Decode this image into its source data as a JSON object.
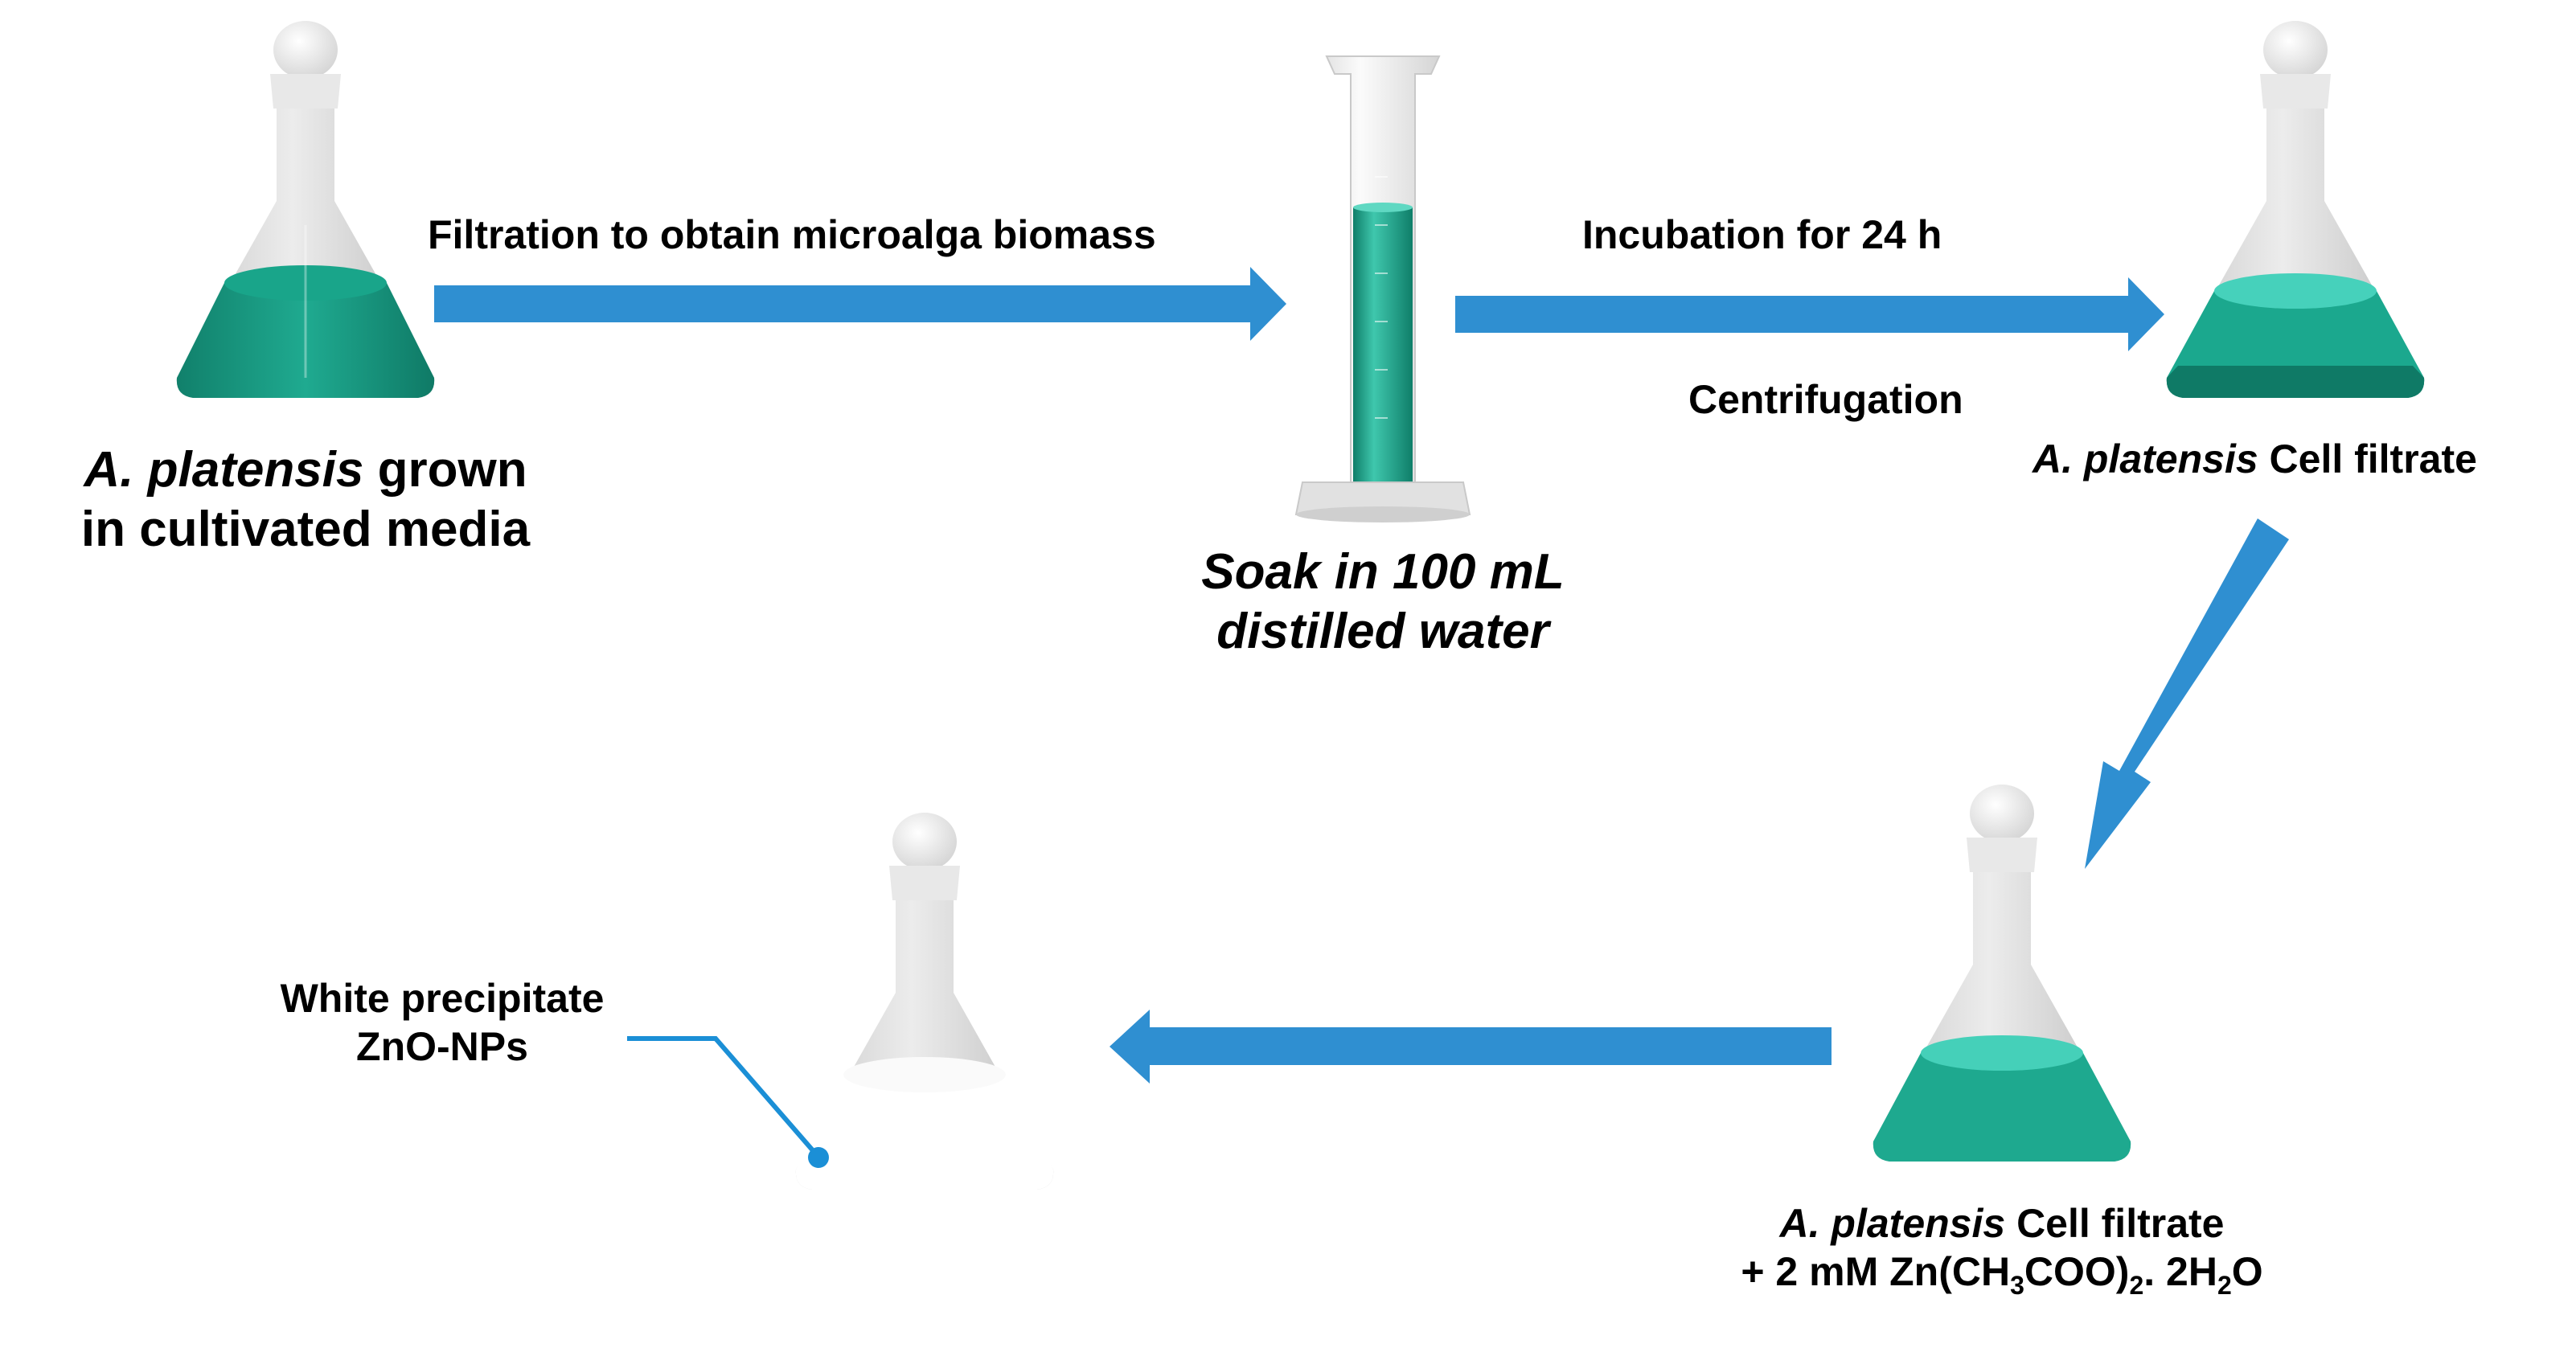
{
  "steps": {
    "start": {
      "species": "A. platensis",
      "line1_rest": " grown",
      "line2": "in cultivated media"
    },
    "arrow1_label": "Filtration to obtain microalga biomass",
    "soak": {
      "line1": "Soak in 100 mL",
      "line2": "distilled water"
    },
    "arrow2_label_top": "Incubation for 24 h",
    "arrow2_label_bottom": "Centrifugation",
    "filtrate": {
      "species": "A. platensis",
      "rest": " Cell filtrate"
    },
    "mixture": {
      "species": "A. platensis",
      "rest": " Cell filtrate",
      "line2_pre": "+ 2 mM Zn(CH",
      "sub1": "3",
      "mid1": "COO)",
      "sub2": "2",
      "mid2": ". 2H",
      "sub3": "2",
      "end": "O"
    },
    "precipitate": {
      "line1": "White precipitate",
      "line2": "ZnO-NPs"
    }
  },
  "colors": {
    "liquid": "#1a9c83",
    "liquid_light": "#3ec9b2",
    "liquid_dark": "#0d6e5c",
    "glass": "#d9d9d9",
    "arrow": "#2f8fd1",
    "callout": "#1b8fd6"
  }
}
